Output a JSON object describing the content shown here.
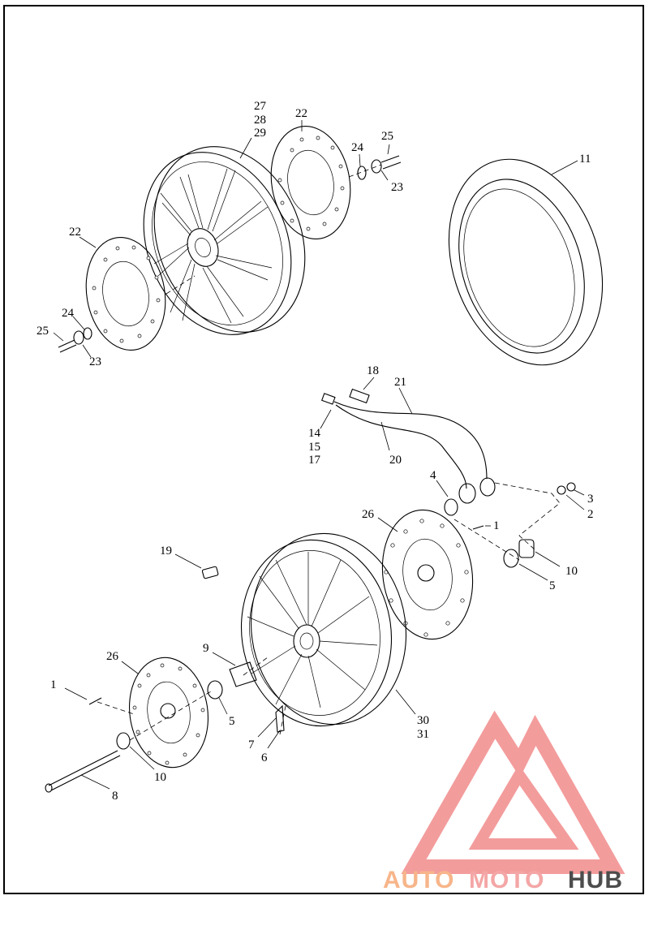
{
  "callouts": {
    "c27": "27",
    "c28": "28",
    "c29": "29",
    "c22a": "22",
    "c24a": "24",
    "c25a": "25",
    "c23a": "23",
    "c11": "11",
    "c22b": "22",
    "c24b": "24",
    "c25b": "25",
    "c23b": "23",
    "c18": "18",
    "c21": "21",
    "c14": "14",
    "c15": "15",
    "c17": "17",
    "c20": "20",
    "c4": "4",
    "c3": "3",
    "c2": "2",
    "c26a": "26",
    "c1a": "1",
    "c10a": "10",
    "c5a": "5",
    "c19": "19",
    "c9": "9",
    "c26b": "26",
    "c1b": "1",
    "c5b": "5",
    "c30": "30",
    "c31": "31",
    "c7": "7",
    "c6": "6",
    "c10b": "10",
    "c8": "8"
  },
  "watermark": {
    "part1": "AUTO",
    "part2": "MOTO",
    "part3": "HUB",
    "color1": "#f7b58a",
    "color2": "#f4a6a6",
    "color3": "#4d4d4d",
    "logo_color": "#f07c7c"
  }
}
